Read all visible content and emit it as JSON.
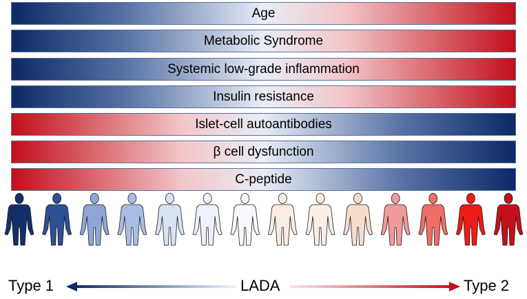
{
  "bars": [
    {
      "label": "Age",
      "direction": "blue-to-red"
    },
    {
      "label": "Metabolic Syndrome",
      "direction": "blue-to-red"
    },
    {
      "label": "Systemic low-grade inflammation",
      "direction": "blue-to-red"
    },
    {
      "label": "Insulin resistance",
      "direction": "blue-to-red"
    },
    {
      "label": "Islet-cell autoantibodies",
      "direction": "red-to-blue"
    },
    {
      "label": "β cell dysfunction",
      "direction": "red-to-blue"
    },
    {
      "label": "C-peptide",
      "direction": "red-to-blue"
    }
  ],
  "figure_colors": [
    "#13306a",
    "#2d4f94",
    "#8ea6d8",
    "#a9bde4",
    "#d9e2f3",
    "#eef2fb",
    "#f7f9fd",
    "#fbece3",
    "#fbeee6",
    "#f7dccc",
    "#f2999b",
    "#ef6e66",
    "#ee1b17",
    "#c4101a"
  ],
  "scale": {
    "left_label": "Type 1",
    "center_label": "LADA",
    "right_label": "Type 2"
  },
  "colors": {
    "blue": "#0b2a66",
    "red": "#c20f1a"
  }
}
